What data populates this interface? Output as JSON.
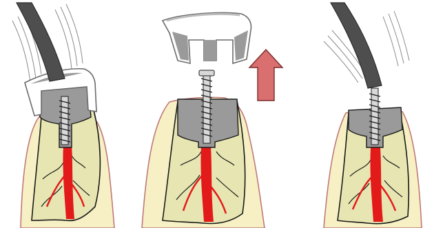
{
  "figure": {
    "panels": [
      {
        "id": "panel-1",
        "depicts": "tool-on-crown"
      },
      {
        "id": "panel-2",
        "depicts": "crown-lifted-off-abutment"
      },
      {
        "id": "panel-3",
        "depicts": "tool-on-abutment-screw"
      }
    ]
  },
  "colors": {
    "gum": "#f6f0c4",
    "gum_outline": "#c07878",
    "root": "#e7e6b2",
    "root_outline": "#1a1a1a",
    "nerve": "#e31a1a",
    "abutment": "#9a9a9a",
    "crown": "#ffffff",
    "crown_outline": "#6a6a6a",
    "tool": "#4e4e4e",
    "arrow": "#d96f6f",
    "arrow_outline": "#7a2a2a"
  },
  "icons": {
    "arrow": "up-arrow-icon"
  }
}
